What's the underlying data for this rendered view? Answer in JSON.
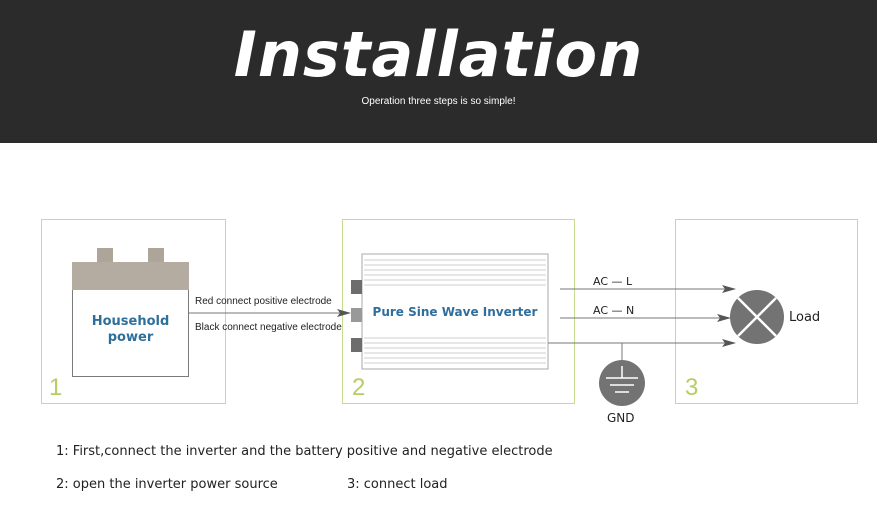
{
  "header": {
    "title": "Installation",
    "subtitle": "Operation three steps is so simple!"
  },
  "steps": {
    "one": "1",
    "two": "2",
    "three": "3"
  },
  "battery": {
    "label_line1": "Household",
    "label_line2": "power"
  },
  "wires": {
    "red": "Red connect positive electrode",
    "black": "Black connect negative electrode"
  },
  "inverter": {
    "label": "Pure Sine Wave  Inverter"
  },
  "outputs": {
    "ac_l": "AC —  L",
    "ac_n": "AC — N",
    "load": "Load",
    "gnd": "GND"
  },
  "instructions": {
    "line1": "1: First,connect the inverter and the battery positive and negative electrode",
    "line2a": "2: open the inverter power source",
    "line2b": "3: connect load"
  },
  "colors": {
    "header_bg": "#2b2b2b",
    "box_border": "#c5dc8f",
    "step_number": "#b6cd63",
    "label_blue": "#2e6f9c"
  }
}
